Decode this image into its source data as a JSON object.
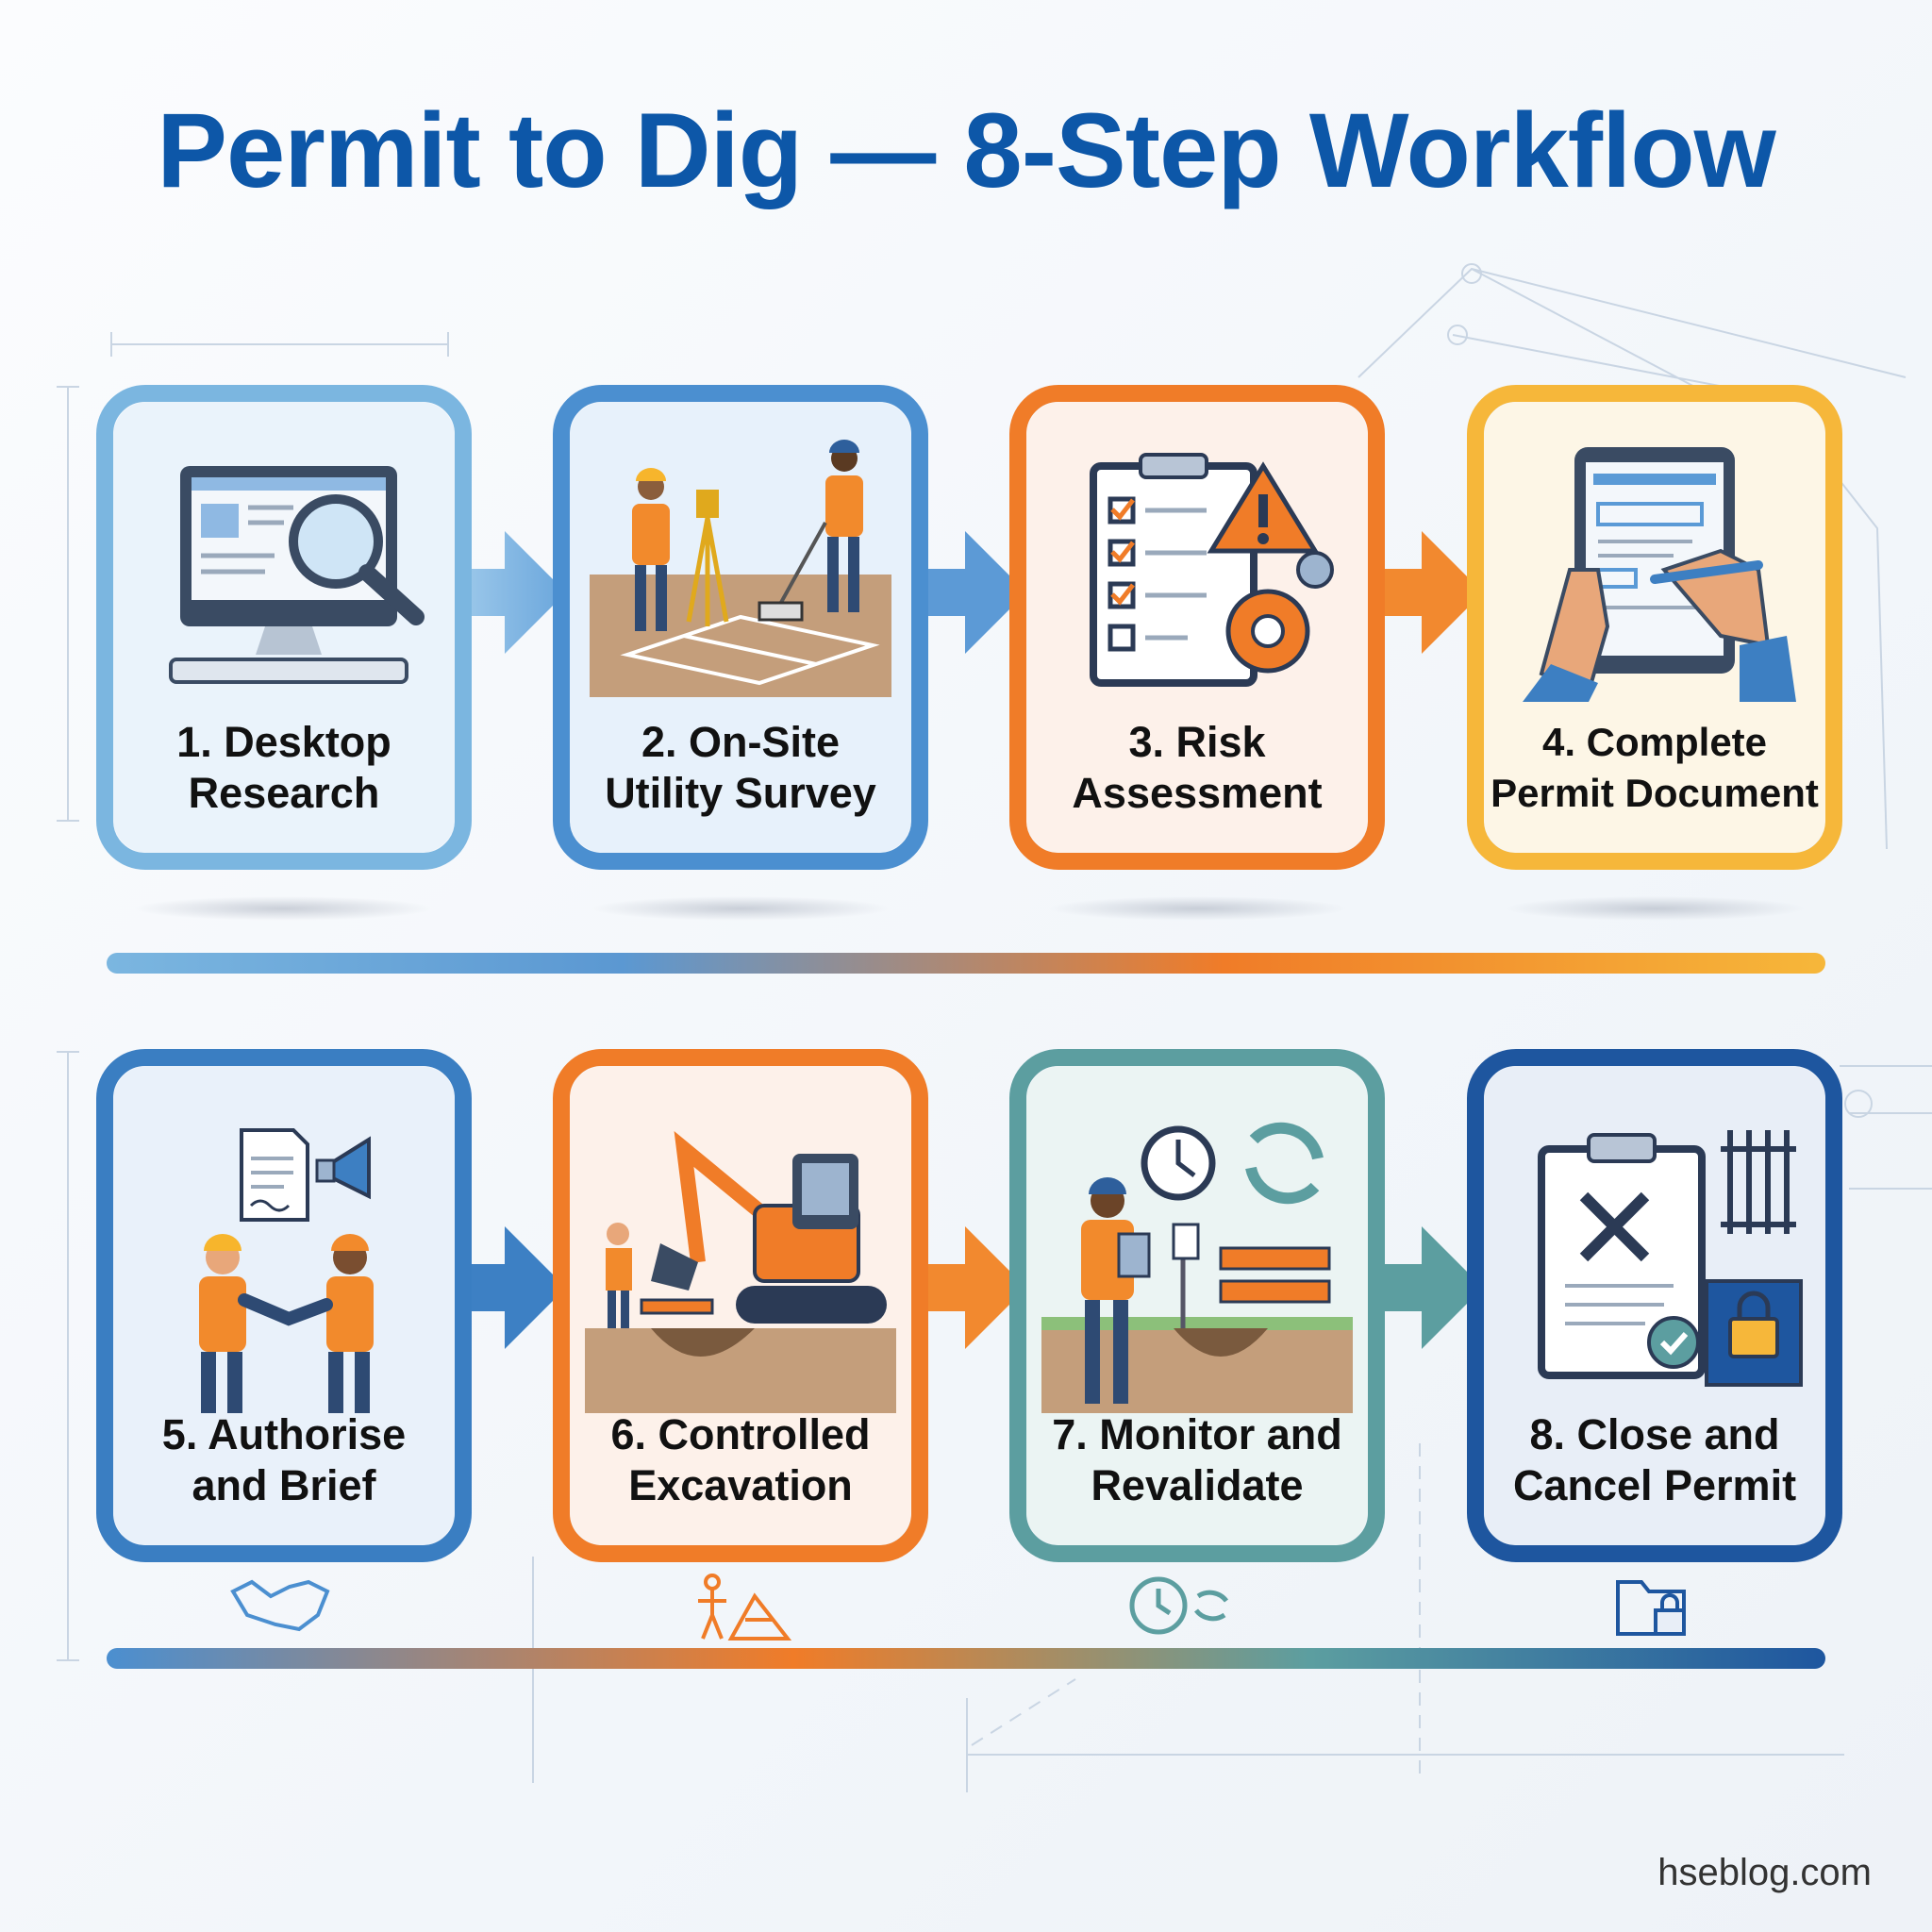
{
  "title": "Permit to Dig — 8-Step Workflow",
  "steps": [
    {
      "line1": "1. Desktop",
      "line2": "Research",
      "color": "#7bb6e0",
      "bg": "#eaf3fb",
      "icon": "computer-magnifier-icon"
    },
    {
      "line1": "2. On-Site",
      "line2": "Utility Survey",
      "color": "#4b8fd0",
      "bg": "#e7f1fb",
      "icon": "surveyors-icon"
    },
    {
      "line1": "3. Risk",
      "line2": "Assessment",
      "color": "#f07c28",
      "bg": "#fdf1ea",
      "icon": "checklist-warning-gear-icon"
    },
    {
      "line1": "4. Complete",
      "line2": "Permit Document",
      "color": "#f6b73a",
      "bg": "#fdf6e6",
      "icon": "tablet-signing-icon"
    },
    {
      "line1": "5. Authorise",
      "line2": "and Brief",
      "color": "#3a7ec2",
      "bg": "#e9f1fa",
      "icon": "handshake-workers-icon"
    },
    {
      "line1": "6. Controlled",
      "line2": "Excavation",
      "color": "#f07c28",
      "bg": "#fdf1ea",
      "icon": "excavator-icon"
    },
    {
      "line1": "7. Monitor and",
      "line2": "Revalidate",
      "color": "#5c9ea0",
      "bg": "#ebf4f3",
      "icon": "clock-refresh-barrier-icon"
    },
    {
      "line1": "8. Close and",
      "line2": "Cancel Permit",
      "color": "#1e569f",
      "bg": "#e8eef7",
      "icon": "cancelled-permit-lock-icon"
    }
  ],
  "mini_icons": [
    "handshake-icon",
    "excavation-icon",
    "clock-refresh-icon",
    "locked-folder-icon"
  ],
  "footer": "hseblog.com"
}
